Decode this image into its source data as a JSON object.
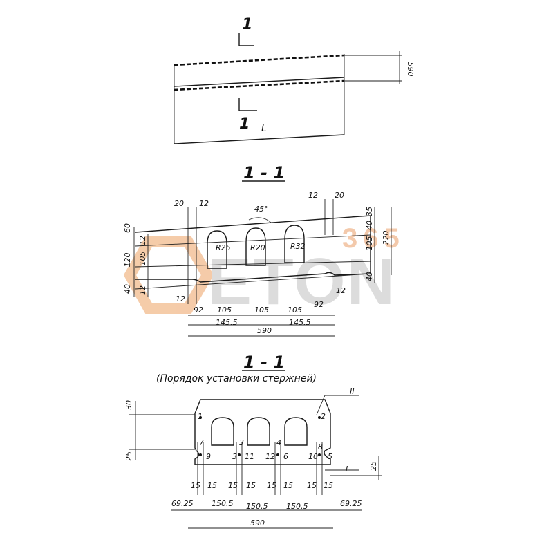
{
  "watermark": {
    "brand": "ETON",
    "number": "365",
    "colors": {
      "orange": "#f2b98c",
      "gray": "#c9c9c9"
    }
  },
  "plan_view": {
    "section_mark": "1",
    "section_mark_bottom": "1",
    "length_mark": "L",
    "width_dim": "590"
  },
  "section_1": {
    "title": "1 - 1",
    "angle": "45°",
    "radii": [
      "R25",
      "R20",
      "R32"
    ],
    "top_dims": {
      "left_a": "20",
      "left_b": "12",
      "right_a": "12",
      "right_b": "20"
    },
    "left_dims": [
      "60",
      "12",
      "120",
      "105",
      "40",
      "12",
      "12"
    ],
    "right_dims": [
      "35",
      "105",
      "40",
      "220",
      "40",
      "12"
    ],
    "bottom_dims": [
      "92",
      "105",
      "105",
      "105",
      "92"
    ],
    "half_dims": [
      "145.5",
      "145.5"
    ],
    "overall_width": "590"
  },
  "section_2": {
    "title": "1 - 1",
    "subtitle": "(Порядок установки стержней)",
    "markers": {
      "top": "II",
      "bottom": "I"
    },
    "left_dims": [
      "30",
      "25"
    ],
    "right_dims": [
      "25"
    ],
    "rod_numbers": [
      "1",
      "2",
      "7",
      "3",
      "4",
      "8",
      "9",
      "3",
      "11",
      "12",
      "6",
      "10",
      "5"
    ],
    "rod_spacing": [
      "15",
      "15",
      "15",
      "15",
      "15",
      "15",
      "15",
      "15"
    ],
    "bottom_dims": [
      "69.25",
      "150.5",
      "150.5",
      "150.5",
      "69.25"
    ],
    "overall_width": "590"
  }
}
